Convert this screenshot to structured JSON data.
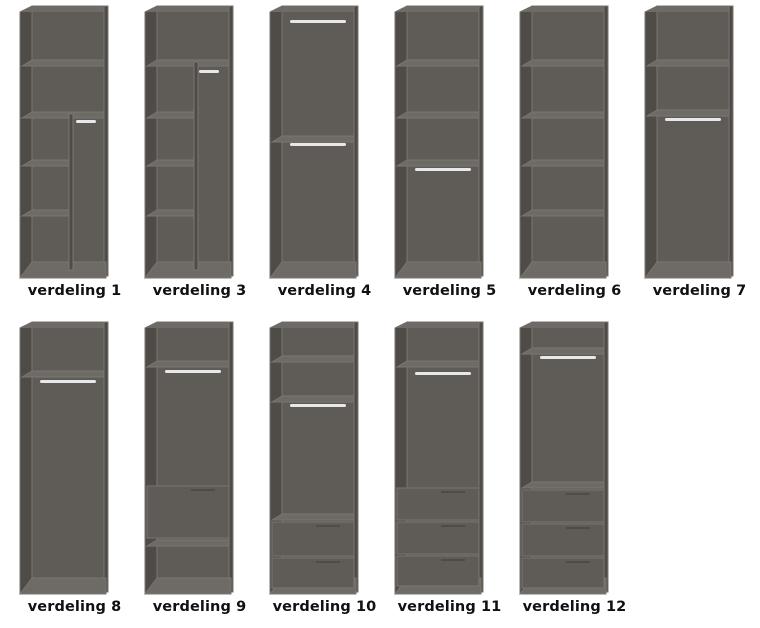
{
  "colors": {
    "background": "#ffffff",
    "cabinet_dark": "#4f4b47",
    "cabinet_mid": "#5f5b57",
    "cabinet_light": "#6e6a65",
    "edge": "#7a7570",
    "rail": "#e8e8e8",
    "label": "#111111"
  },
  "cabinets": [
    {
      "label": "verdeling 1",
      "layout": "v1"
    },
    {
      "label": "verdeling 3",
      "layout": "v3"
    },
    {
      "label": "verdeling 4",
      "layout": "v4"
    },
    {
      "label": "verdeling 5",
      "layout": "v5"
    },
    {
      "label": "verdeling 6",
      "layout": "v6"
    },
    {
      "label": "verdeling 7",
      "layout": "v7"
    },
    {
      "label": "verdeling 8",
      "layout": "v8"
    },
    {
      "label": "verdeling 9",
      "layout": "v9"
    },
    {
      "label": "verdeling 10",
      "layout": "v10"
    },
    {
      "label": "verdeling 11",
      "layout": "v11"
    },
    {
      "label": "verdeling 12",
      "layout": "v12"
    }
  ]
}
